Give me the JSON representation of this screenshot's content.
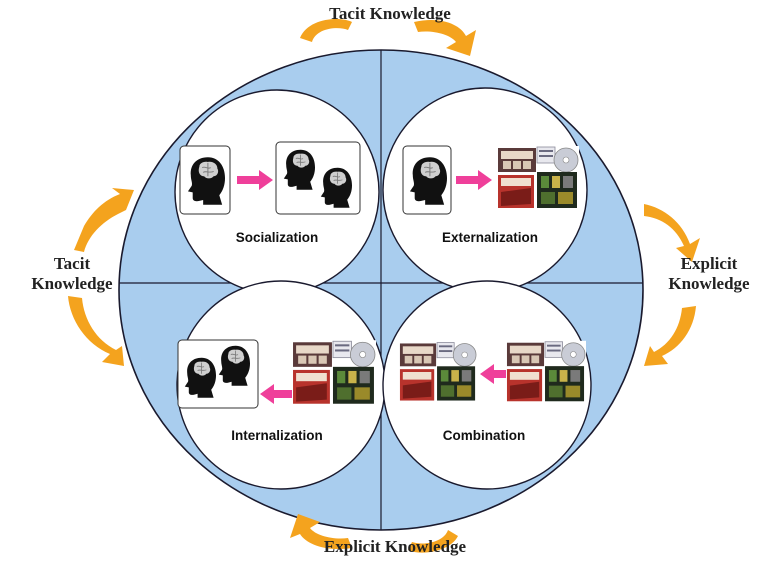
{
  "colors": {
    "ellipse_fill": "#a9cdee",
    "ellipse_stroke": "#1a1a2e",
    "arrow_orange": "#f4a31e",
    "arrow_pink": "#ef3f9a",
    "quadrant_circle": "#ffffff"
  },
  "edges": {
    "top": "Tacit Knowledge",
    "bottom": "Explicit Knowledge",
    "left_line1": "Tacit",
    "left_line2": "Knowledge",
    "right_line1": "Explicit",
    "right_line2": "Knowledge"
  },
  "quadrants": {
    "top_left": {
      "label": "Socialization",
      "from": "head-icon",
      "to": "two-heads-icon"
    },
    "top_right": {
      "label": "Externalization",
      "from": "head-icon",
      "to": "documents-icon"
    },
    "bottom_left": {
      "label": "Internalization",
      "from": "documents-icon",
      "to": "two-heads-icon"
    },
    "bottom_right": {
      "label": "Combination",
      "from": "documents-icon",
      "to": "documents-icon"
    }
  }
}
